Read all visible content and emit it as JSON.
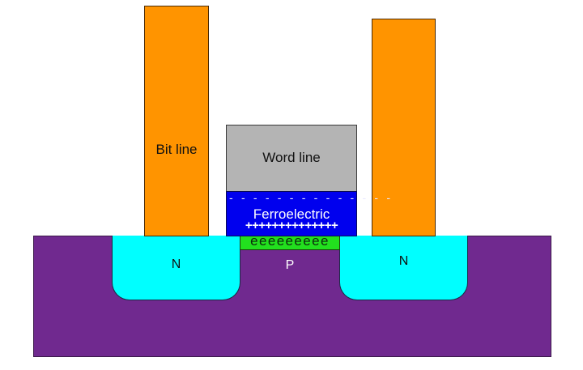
{
  "diagram": {
    "title": "Ferroelectric FET memory cell cross-section",
    "labels": {
      "bit_line": "Bit line",
      "word_line": "Word line",
      "ferroelectric": "Ferroelectric",
      "n_left": "N",
      "n_right": "N",
      "p_region": "P"
    },
    "charges": {
      "negative": "- - - - - - - - - - - - - -",
      "positive": "++++++++++++++",
      "electrons": "eeeeeeeee"
    },
    "colors": {
      "substrate": "#70298f",
      "n_well": "#00ffff",
      "channel": "#22e01e",
      "bit_line": "#ff9400",
      "word_line": "#b4b4b4",
      "ferroelectric": "#0000ee"
    }
  }
}
